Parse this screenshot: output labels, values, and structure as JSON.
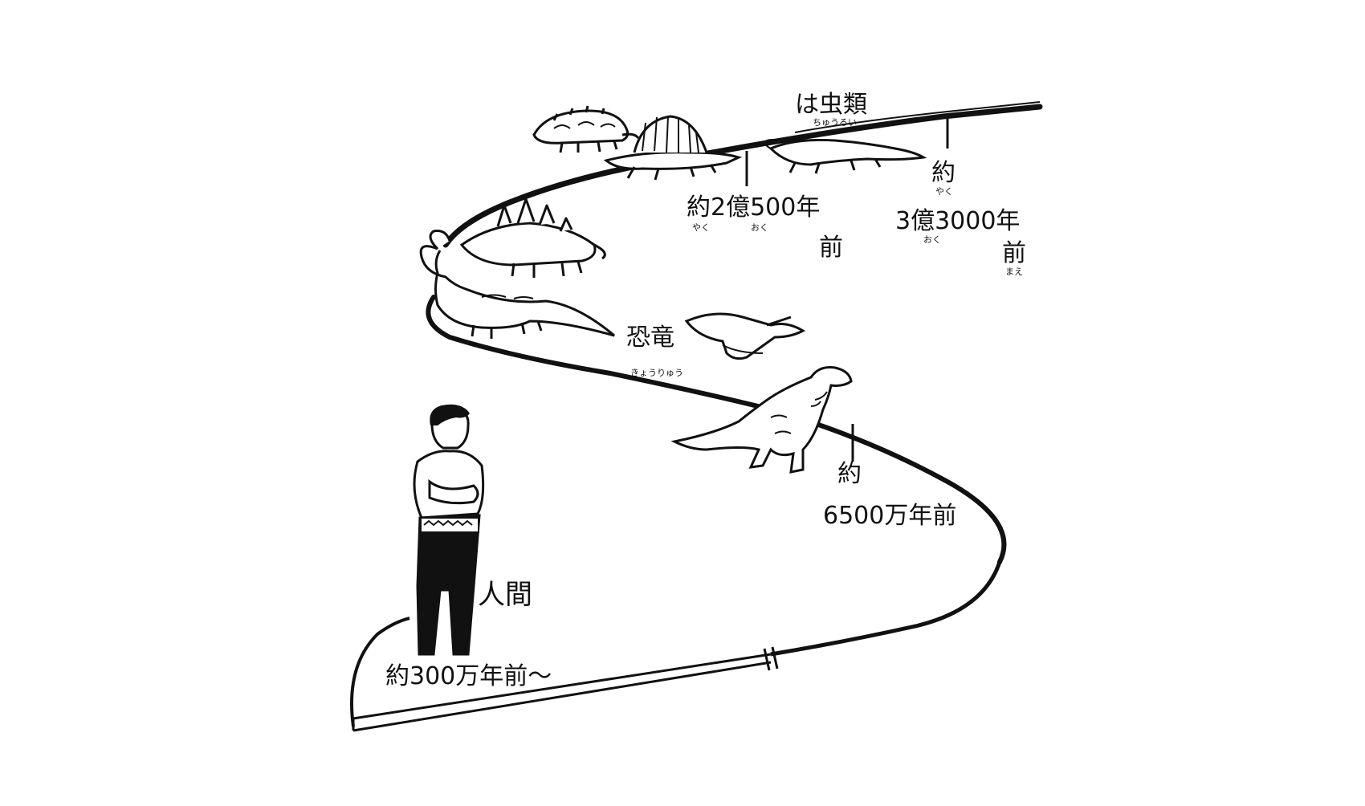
{
  "labels": {
    "reptiles": "は虫類",
    "reptiles_ruby": "ちゅうるい",
    "dinosaurs": "恐竜",
    "dinosaurs_ruby": "きょうりゅう",
    "humans": "人間"
  },
  "timeline": {
    "t330_line1": "約",
    "t330_ruby1": "やく",
    "t330_line2": "3億3000年",
    "t330_ruby2": "おく",
    "t330_line3": "前",
    "t330_ruby3": "まえ",
    "t250_line1": "約2億500年",
    "t250_ruby_a": "やく",
    "t250_ruby_b": "おく",
    "t250_line2": "前",
    "t65_line1": "約",
    "t65_line2": "6500万年前",
    "t3_line1": "約300万年前〜"
  },
  "colors": {
    "ink": "#111111",
    "paper": "#ffffff"
  }
}
